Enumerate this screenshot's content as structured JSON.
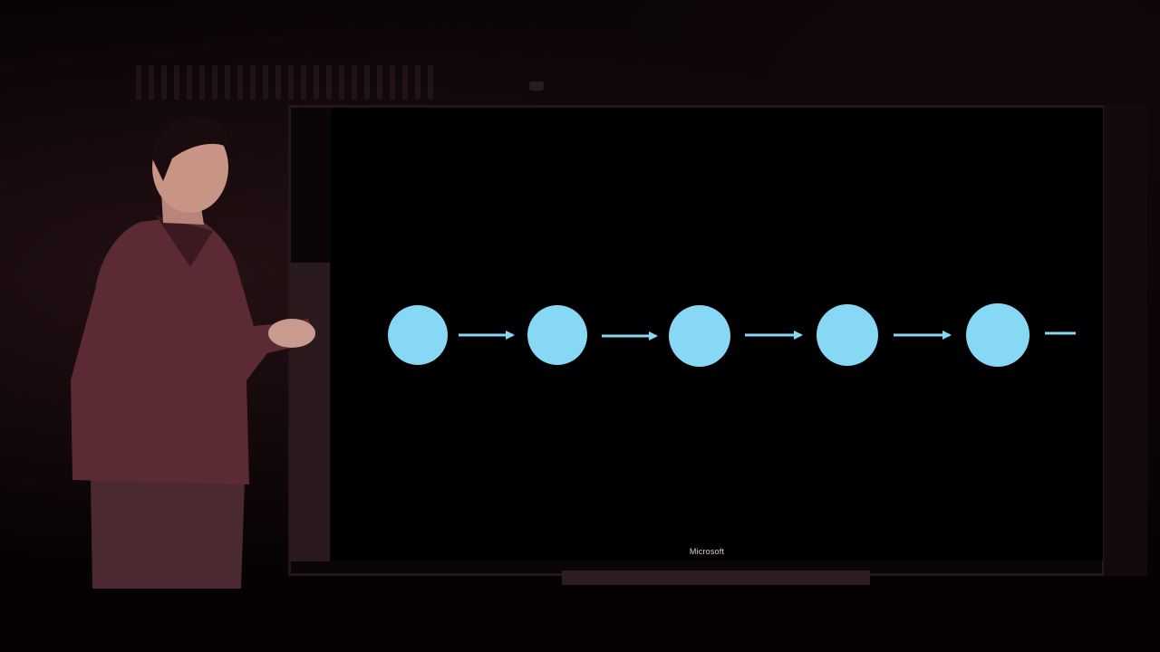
{
  "scene": {
    "brand_label": "Microsoft"
  },
  "diagram": {
    "node_count": 5,
    "node_color": "#86d8f4",
    "arrow_color": "#86d8f4",
    "last_link": "dangling-line"
  },
  "palette": {
    "background": "#000000",
    "sweater": "#5b2a33",
    "pants": "#4a2a30"
  }
}
